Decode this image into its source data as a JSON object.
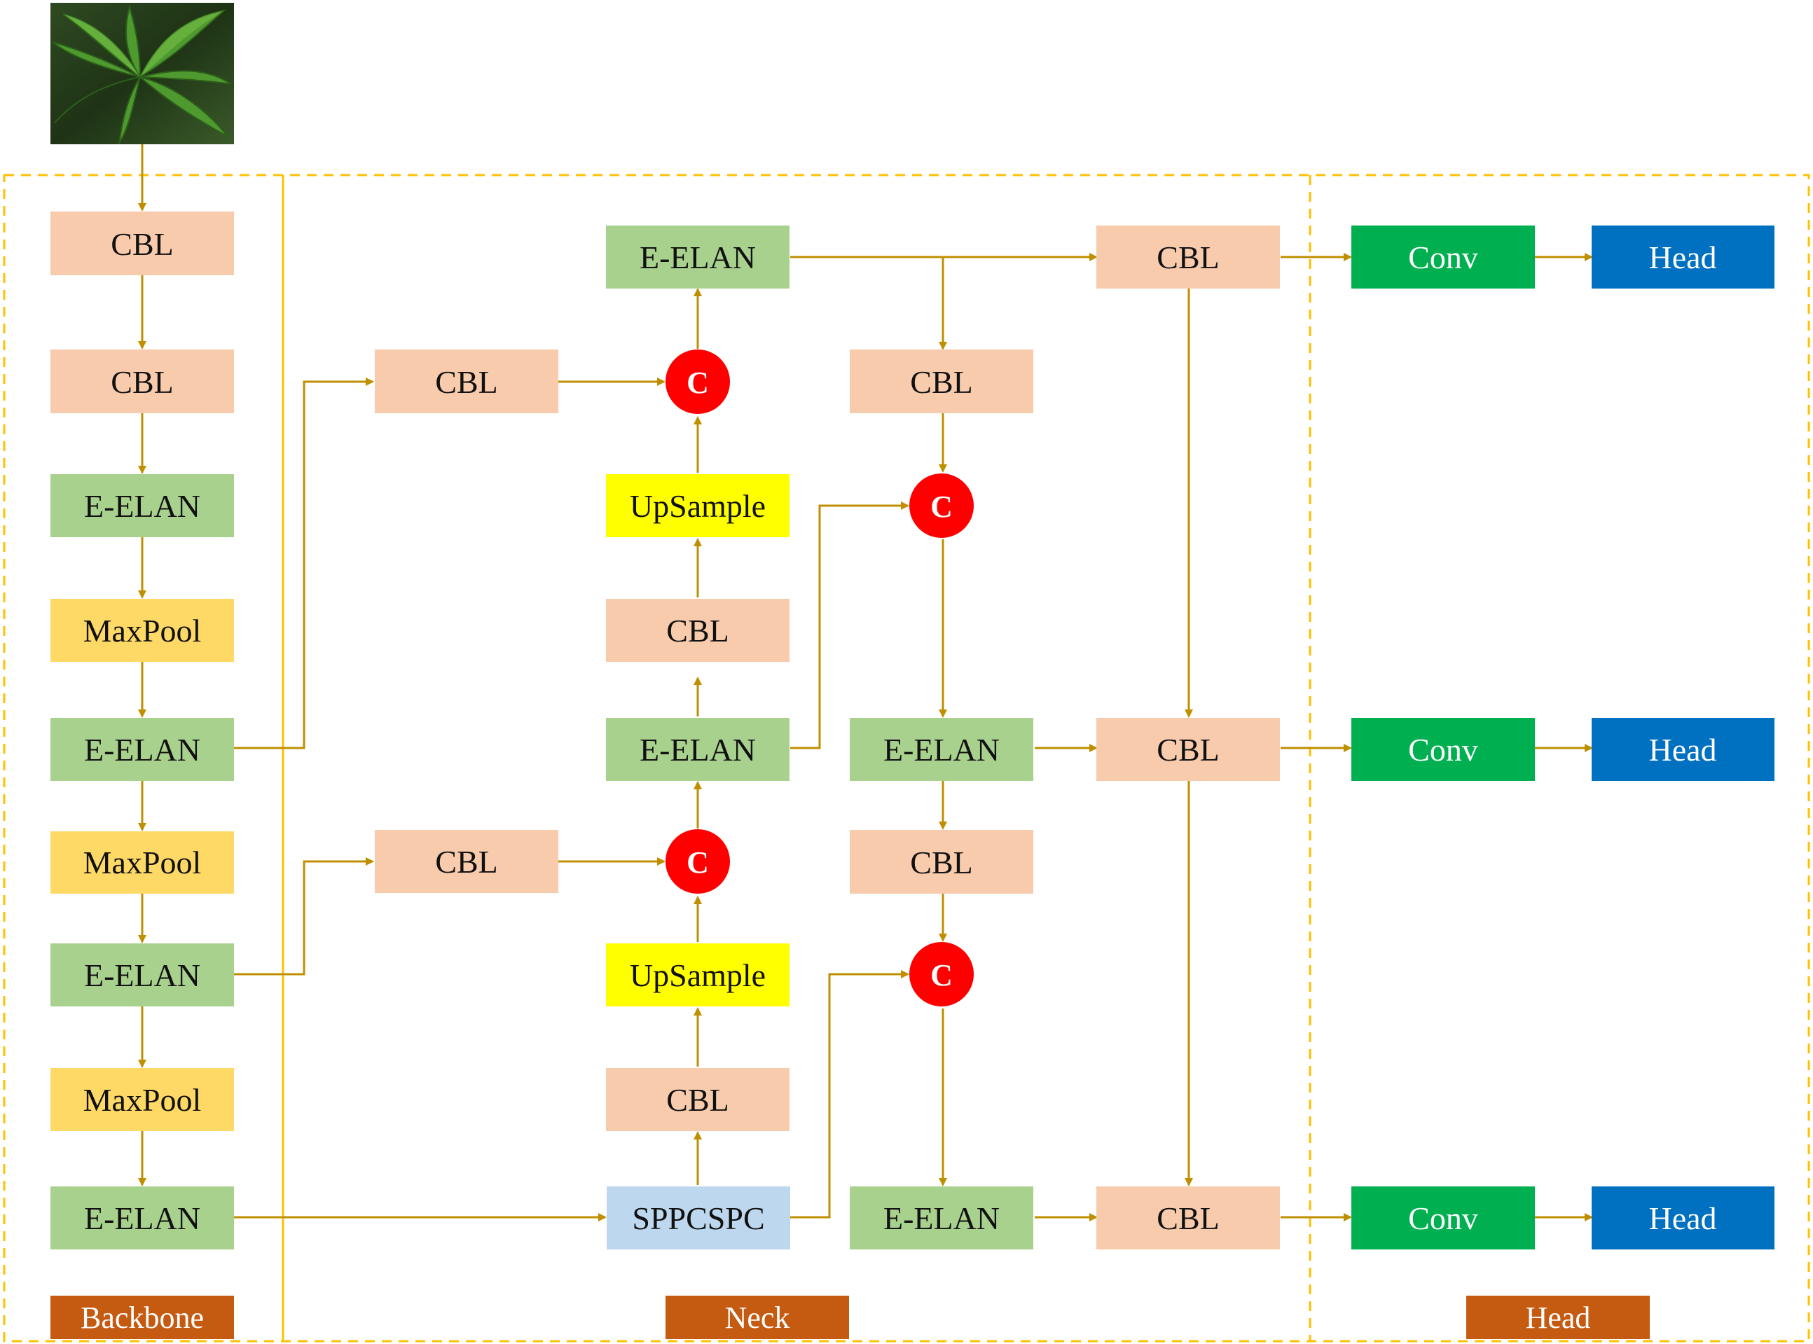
{
  "sections": {
    "backbone": "Backbone",
    "neck": "Neck",
    "head": "Head"
  },
  "colors": {
    "cbl": "#f8cbad",
    "eelan": "#a9d18e",
    "maxpool": "#ffd966",
    "upsample": "#ffff00",
    "sppcspc": "#bdd7ee",
    "conv": "#00b050",
    "head": "#0070c0",
    "concat": "#ff0000",
    "section_label": "#c55a11",
    "arrow": "#bf8f00",
    "border": "#ffc000"
  },
  "input_image": "leaf-photo",
  "blocks": {
    "b1": "CBL",
    "b2": "CBL",
    "b3": "E-ELAN",
    "b4": "MaxPool",
    "b5": "E-ELAN",
    "b6": "MaxPool",
    "b7": "E-ELAN",
    "b8": "MaxPool",
    "b9": "E-ELAN",
    "n_cbl_top": "CBL",
    "n_cbl_mid": "CBL",
    "n_eelan_top": "E-ELAN",
    "n_up1": "UpSample",
    "n_cbl_u1": "CBL",
    "n_eelan_m": "E-ELAN",
    "n_up2": "UpSample",
    "n_cbl_u2": "CBL",
    "n_spp": "SPPCSPC",
    "r_cbl1": "CBL",
    "r_eelan1": "E-ELAN",
    "r_cbl2": "CBL",
    "r_eelan2": "E-ELAN",
    "o_cbl1": "CBL",
    "o_cbl2": "CBL",
    "o_cbl3": "CBL",
    "conv1": "Conv",
    "conv2": "Conv",
    "conv3": "Conv",
    "head1": "Head",
    "head2": "Head",
    "head3": "Head"
  },
  "concat_label": "C"
}
